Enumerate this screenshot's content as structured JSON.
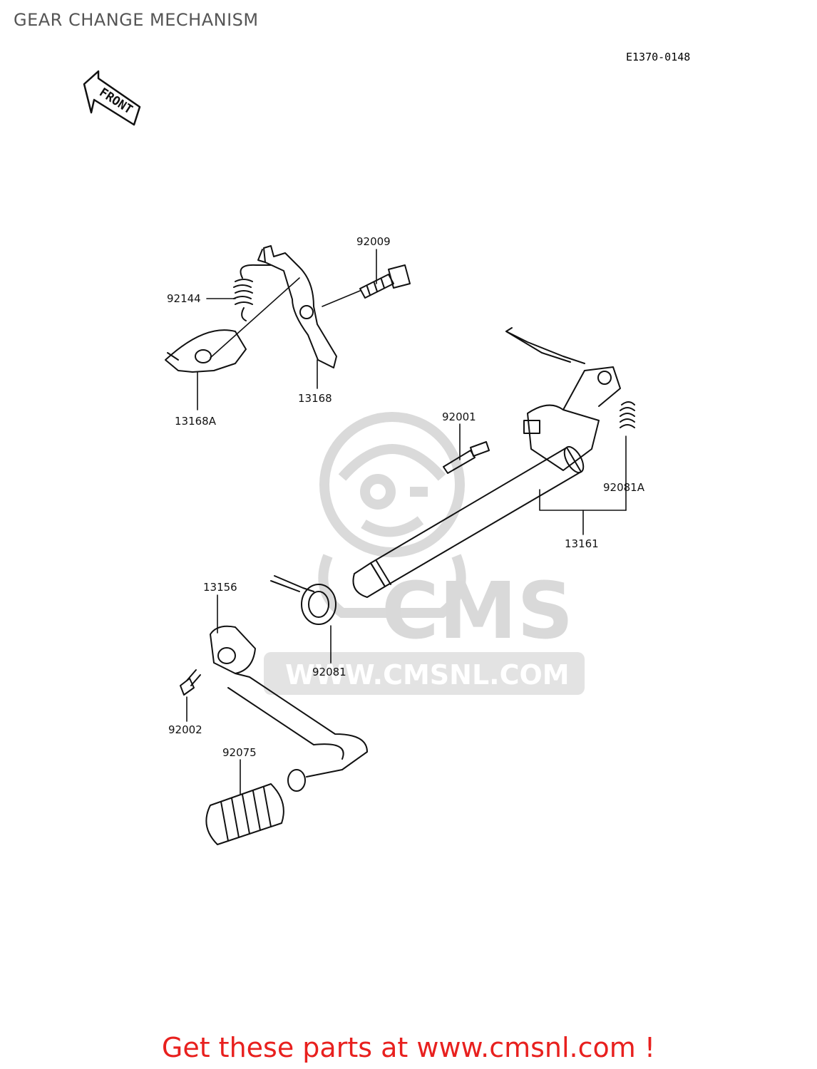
{
  "header": {
    "title": "GEAR CHANGE MECHANISM",
    "diagram_code": "E1370-0148"
  },
  "direction_marker": {
    "label": "FRONT",
    "icon": "front-arrow-icon"
  },
  "watermark": {
    "brand": "CMS",
    "url": "WWW.CMSNL.COM",
    "color": "#d9d9d9"
  },
  "parts": {
    "p92009": "92009",
    "p92144": "92144",
    "p13168": "13168",
    "p13168A": "13168A",
    "p92001": "92001",
    "p92081A": "92081A",
    "p13161": "13161",
    "p13156": "13156",
    "p92081": "92081",
    "p92002": "92002",
    "p92075": "92075"
  },
  "footer": {
    "promo": "Get these parts at www.cmsnl.com !",
    "promo_color": "#e8201e"
  }
}
